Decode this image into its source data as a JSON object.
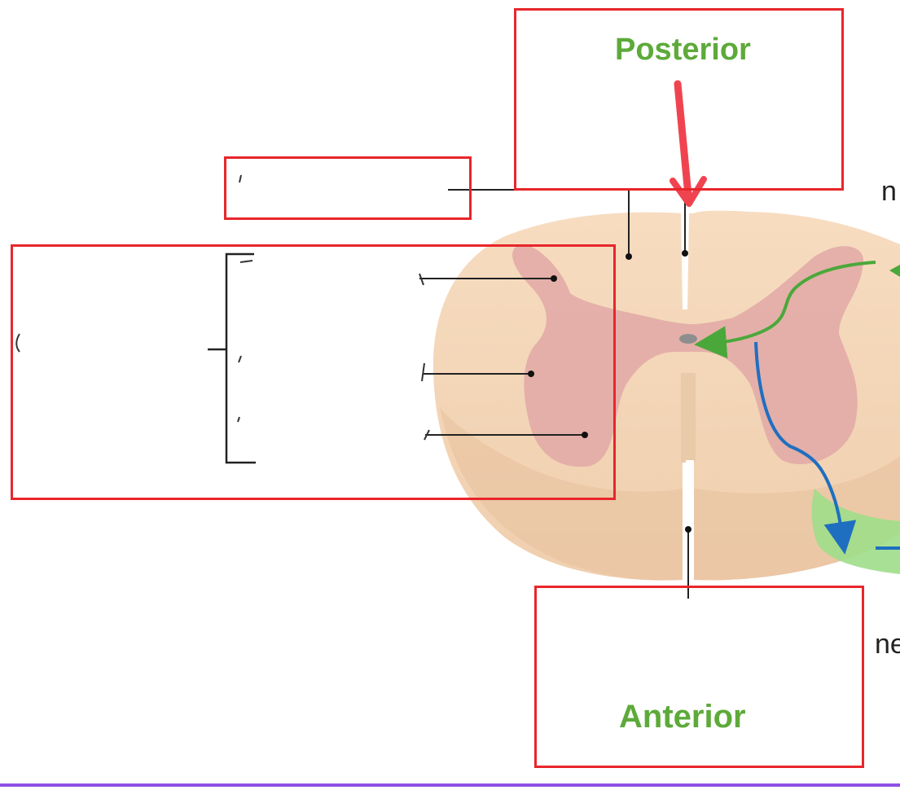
{
  "labels": {
    "top": "Posterior",
    "bottom": "Anterior",
    "right_upper_fragment": "n",
    "right_lower_fragment": "ne"
  },
  "colors": {
    "box_border": "#e8262b",
    "label_green": "#5daa3a",
    "white_matter": "#f5d9bc",
    "gray_matter": "#e0a8a6",
    "sensory_arrow": "#4aa83a",
    "motor_arrow": "#1f6fc0",
    "ventral_root": "#9ede8a",
    "pointer_arrow": "#ef4450",
    "bottom_rule": "#8f4fe6"
  },
  "icons": {
    "pointer": "red-down-arrow-icon",
    "sensory_path": "green-curved-arrow-icon",
    "motor_path": "blue-curved-arrow-icon"
  }
}
